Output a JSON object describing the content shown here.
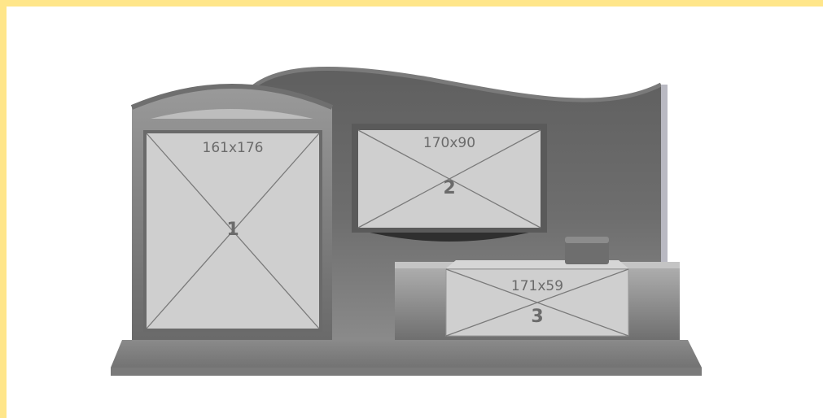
{
  "panels": [
    {
      "number": "1",
      "dimensions": "161x176"
    },
    {
      "number": "2",
      "dimensions": "170x90"
    },
    {
      "number": "3",
      "dimensions": "171x59"
    }
  ],
  "colors": {
    "frame_border": "#ffe68a",
    "placeholder_fill": "#cfcfcf",
    "placeholder_text": "#6b6b6b"
  }
}
